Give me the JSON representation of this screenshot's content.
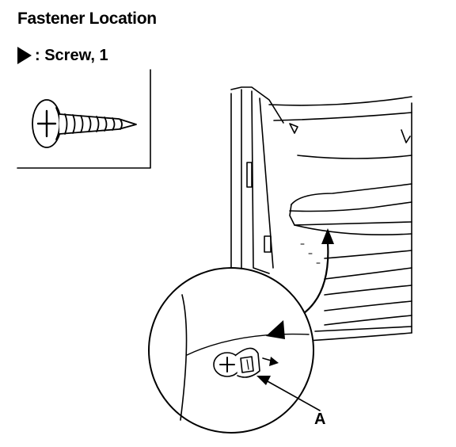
{
  "page": {
    "title": "Fastener Location"
  },
  "legend": {
    "marker": "filled-triangle",
    "text": ": Screw, 1"
  },
  "callouts": {
    "a": "A"
  }
}
